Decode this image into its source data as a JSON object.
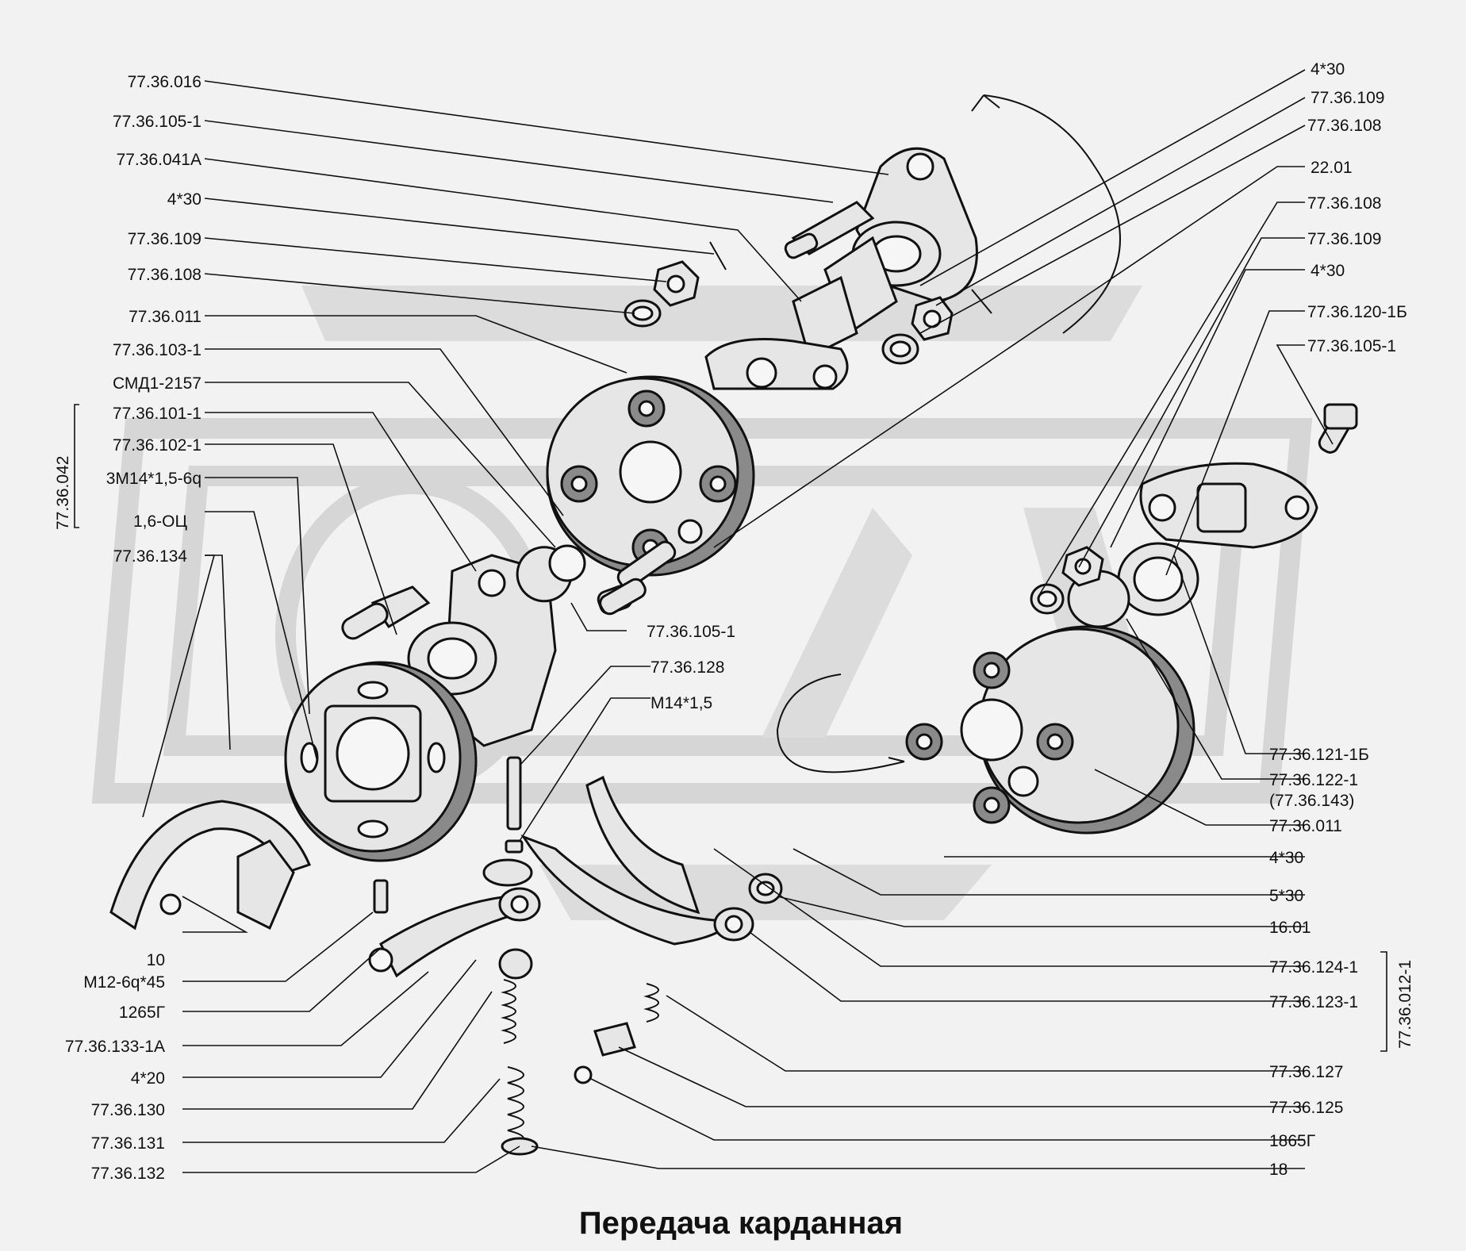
{
  "title": "Передача карданная",
  "groups": {
    "left": "77.36.042",
    "right": "77.36.012-1"
  },
  "labels_left": [
    "77.36.016",
    "77.36.105-1",
    "77.36.041А",
    "4*30",
    "77.36.109",
    "77.36.108",
    "77.36.011",
    "77.36.103-1",
    "СМД1-2157",
    "77.36.101-1",
    "77.36.102-1",
    "3М14*1,5-6q",
    "1,6-ОЦ",
    "77.36.134",
    "10",
    "М12-6q*45",
    "1265Г",
    "77.36.133-1А",
    "4*20",
    "77.36.130",
    "77.36.131",
    "77.36.132"
  ],
  "labels_right": [
    "4*30",
    "77.36.109",
    "77.36.108",
    "22.01",
    "77.36.108",
    "77.36.109",
    "4*30",
    "77.36.120-1Б",
    "77.36.105-1",
    "77.36.121-1Б",
    "77.36.122-1",
    "(77.36.143)",
    "77.36.011",
    "4*30",
    "5*30",
    "16.01",
    "77.36.124-1",
    "77.36.123-1",
    "77.36.127",
    "77.36.125",
    "1865Г",
    "18"
  ],
  "labels_center": [
    "77.36.105-1",
    "77.36.128",
    "М14*1,5"
  ]
}
